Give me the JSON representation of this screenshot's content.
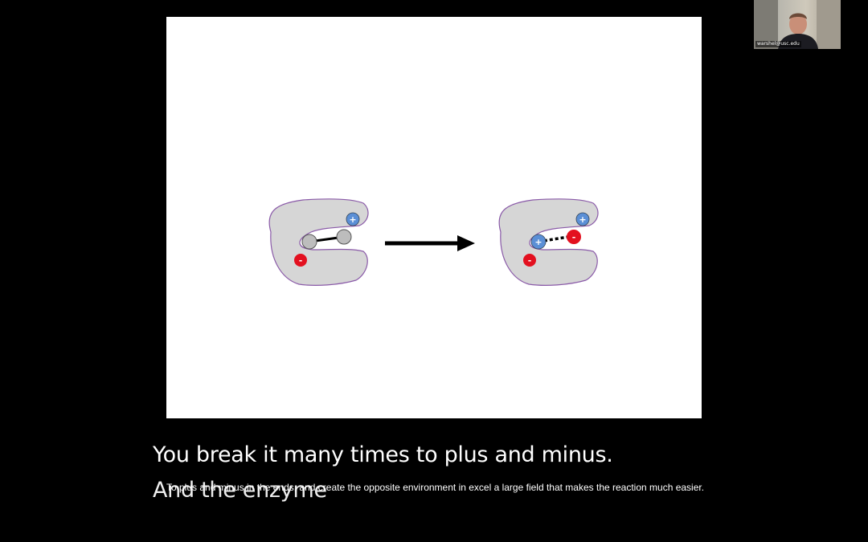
{
  "slide": {
    "left_enzyme": {
      "plus_label": "+",
      "minus_label": "-"
    },
    "right_enzyme": {
      "plus_label": "+",
      "minus_label": "-",
      "substrate_plus": "+",
      "substrate_minus": "-"
    }
  },
  "video": {
    "participant_name": "warshel@usc.edu"
  },
  "captions": {
    "line1": "You break it many times to plus and minus.",
    "line2": "And the enzyme",
    "overlay": "To plus and minus in the ends, and create the opposite environment in excel a large field that makes the reaction much easier."
  },
  "colors": {
    "plus": "#5b8fd6",
    "minus": "#e3101f",
    "enzyme_fill": "#d6d6d6",
    "enzyme_stroke": "#8a5aa8"
  }
}
